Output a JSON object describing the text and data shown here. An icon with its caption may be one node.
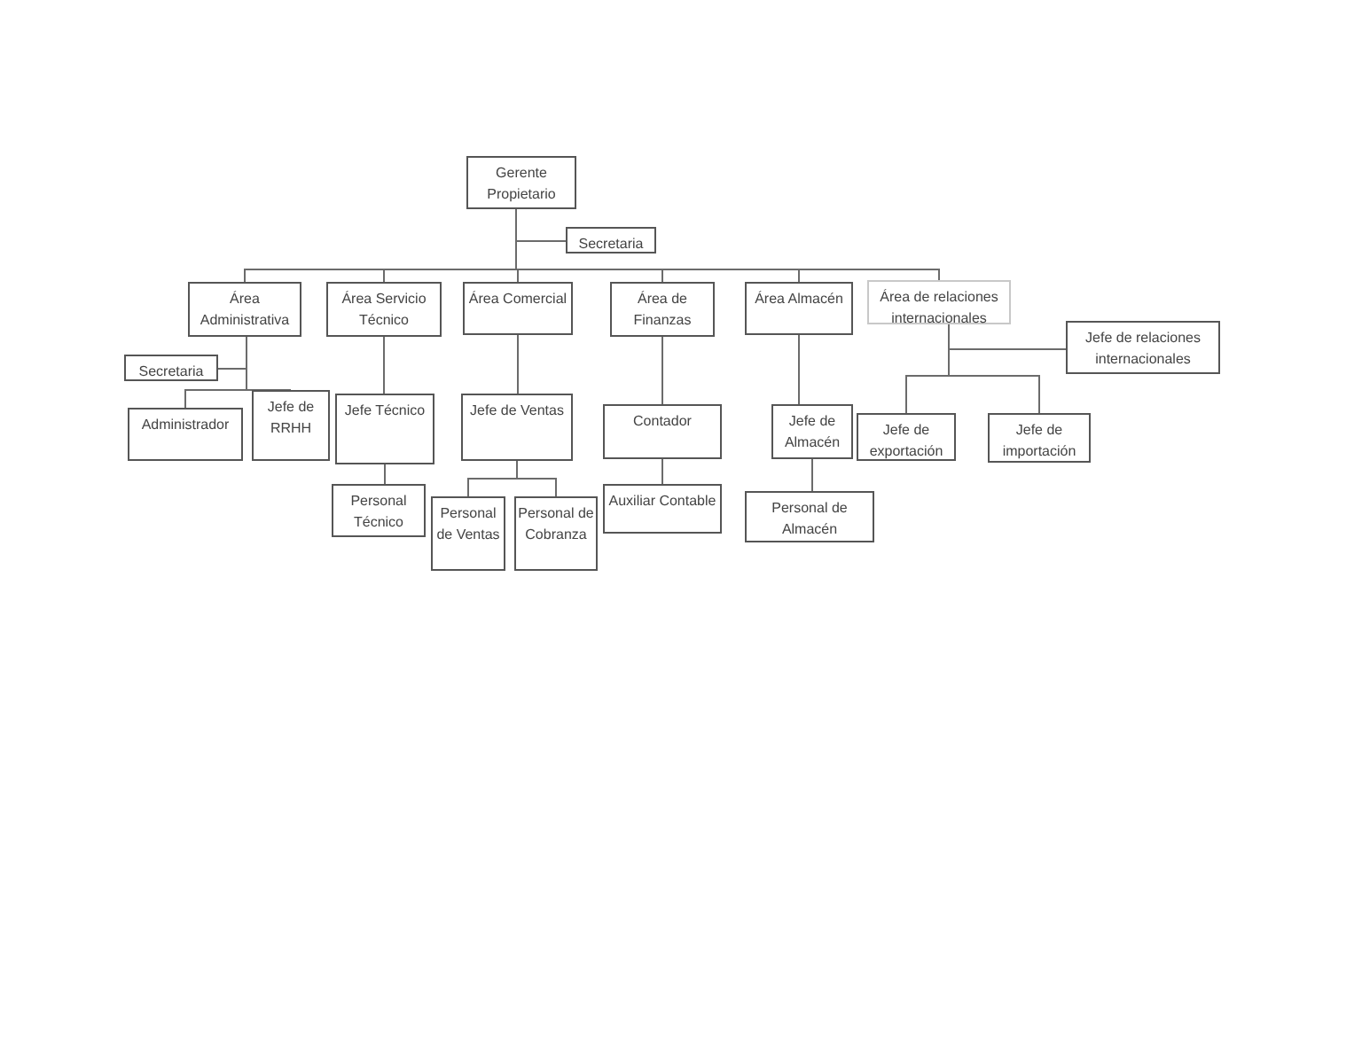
{
  "diagram": {
    "nodes": [
      {
        "text": [
          "Gerente Propietario"
        ]
      },
      {
        "text": [
          "Secretaria"
        ]
      },
      {
        "text": [
          "Área Administrativa"
        ]
      },
      {
        "text": [
          "Área  Servicio Técnico"
        ]
      },
      {
        "text": [
          "Área Comercial"
        ]
      },
      {
        "text": [
          "Área de Finanzas"
        ]
      },
      {
        "text": [
          "Área Almacén"
        ]
      },
      {
        "text": [
          "Área de relaciones internacionales"
        ]
      },
      {
        "text": [
          "Secretaria"
        ]
      },
      {
        "text": [
          "Administrador"
        ]
      },
      {
        "text": [
          "Jefe de RRHH"
        ]
      },
      {
        "text": [
          "Jefe Técnico"
        ]
      },
      {
        "text": [
          "Jefe de Ventas"
        ]
      },
      {
        "text": [
          "Contador"
        ]
      },
      {
        "text": [
          "Jefe de Almacén"
        ]
      },
      {
        "text": [
          "Jefe de relaciones internacionales"
        ]
      },
      {
        "text": [
          "Jefe de exportación"
        ]
      },
      {
        "text": [
          "Jefe de importación"
        ]
      },
      {
        "text": [
          "Personal Técnico"
        ]
      },
      {
        "text": [
          "Personal de Ventas"
        ]
      },
      {
        "text": [
          "Personal de Cobranza"
        ]
      },
      {
        "text": [
          "Auxiliar Contable"
        ]
      },
      {
        "text": [
          "Personal de Almacén"
        ]
      }
    ],
    "edges": [
      {
        "from": 0,
        "to": 1,
        "arrow": "none"
      },
      {
        "from": 0,
        "to": 2,
        "arrow": "none"
      },
      {
        "from": 0,
        "to": 3,
        "arrow": "none"
      },
      {
        "from": 0,
        "to": 4,
        "arrow": "none"
      },
      {
        "from": 0,
        "to": 5,
        "arrow": "none"
      },
      {
        "from": 0,
        "to": 6,
        "arrow": "none"
      },
      {
        "from": 0,
        "to": 7,
        "arrow": "none"
      },
      {
        "from": 2,
        "to": 8,
        "arrow": "none"
      },
      {
        "from": 2,
        "to": 9,
        "arrow": "none"
      },
      {
        "from": 2,
        "to": 10,
        "arrow": "none"
      },
      {
        "from": 3,
        "to": 11,
        "arrow": "none"
      },
      {
        "from": 4,
        "to": 12,
        "arrow": "none"
      },
      {
        "from": 5,
        "to": 13,
        "arrow": "none"
      },
      {
        "from": 6,
        "to": 14,
        "arrow": "none"
      },
      {
        "from": 7,
        "to": 15,
        "arrow": "none"
      },
      {
        "from": 7,
        "to": 16,
        "arrow": "none"
      },
      {
        "from": 7,
        "to": 17,
        "arrow": "none"
      },
      {
        "from": 11,
        "to": 18,
        "arrow": "none"
      },
      {
        "from": 12,
        "to": 19,
        "arrow": "none"
      },
      {
        "from": 12,
        "to": 20,
        "arrow": "none"
      },
      {
        "from": 13,
        "to": 21,
        "arrow": "none"
      },
      {
        "from": 14,
        "to": 22,
        "arrow": "none"
      }
    ]
  }
}
